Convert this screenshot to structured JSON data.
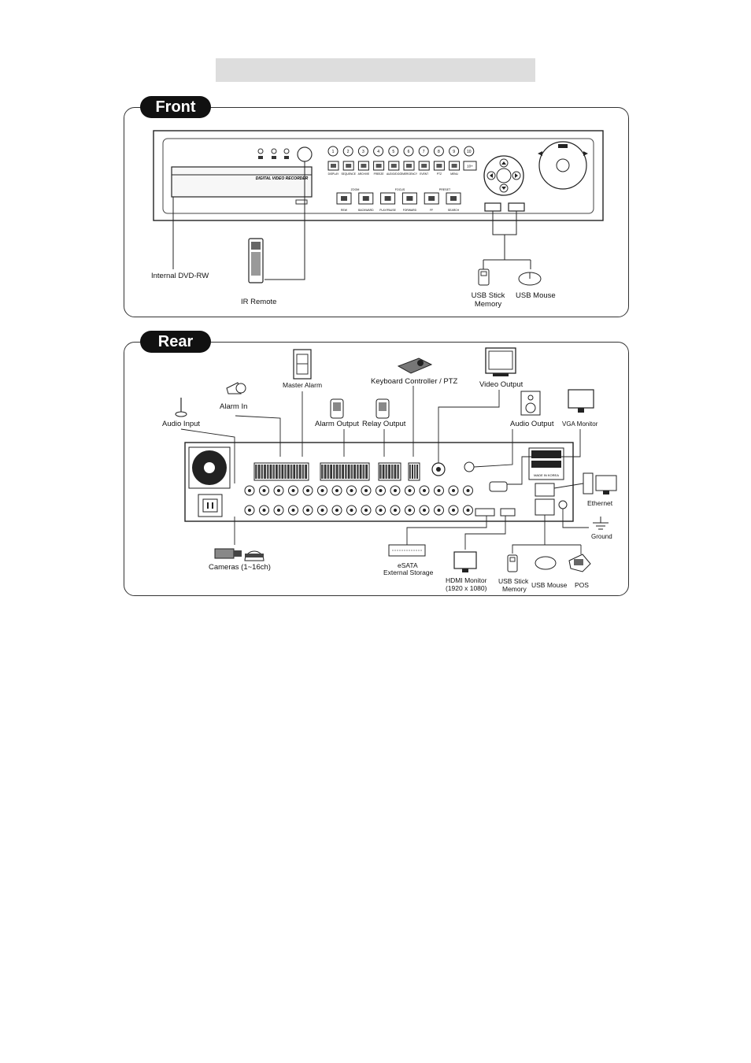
{
  "front": {
    "title": "Front",
    "device_text": "DIGITAL VIDEO RECORDER",
    "buttons_row1": [
      "DISPLAY",
      "SEQUENCE",
      "ARCHIVE",
      "FREEZE",
      "AUDIO/DOC",
      "EMERGENCY",
      "EVENT",
      "PTZ",
      "MENU"
    ],
    "buttons_row2": [
      "REW",
      "BACKWARD",
      "PLAY/PAUSE",
      "FORWARD",
      "FF",
      "SEARCH"
    ],
    "button_row2_heads": [
      "ZOOM",
      "FOCUS",
      "PRESET"
    ],
    "number_buttons": [
      "1",
      "2",
      "3",
      "4",
      "5",
      "6",
      "7",
      "8",
      "9",
      "10",
      "10+"
    ],
    "labels": {
      "dvd": "Internal DVD-RW",
      "remote": "IR Remote",
      "usb_stick": "USB Stick Memory",
      "usb_mouse": "USB Mouse"
    }
  },
  "rear": {
    "title": "Rear",
    "labels": {
      "master_alarm": "Master Alarm",
      "keyboard": "Keyboard Controller / PTZ",
      "video_output": "Video Output",
      "alarm_in": "Alarm In",
      "audio_input": "Audio Input",
      "alarm_output": "Alarm Output",
      "relay_output": "Relay Output",
      "audio_output": "Audio Output",
      "vga_monitor": "VGA Monitor",
      "ethernet": "Ethernet",
      "ground": "Ground",
      "cameras": "Cameras (1~16ch)",
      "esata_1": "eSATA",
      "esata_2": "External Storage",
      "hdmi_1": "HDMI Monitor",
      "hdmi_2": "(1920 x 1080)",
      "usb_stick_1": "USB Stick",
      "usb_stick_2": "Memory",
      "usb_mouse": "USB Mouse",
      "pos": "POS",
      "made_in": "MADE IN KOREA"
    }
  }
}
